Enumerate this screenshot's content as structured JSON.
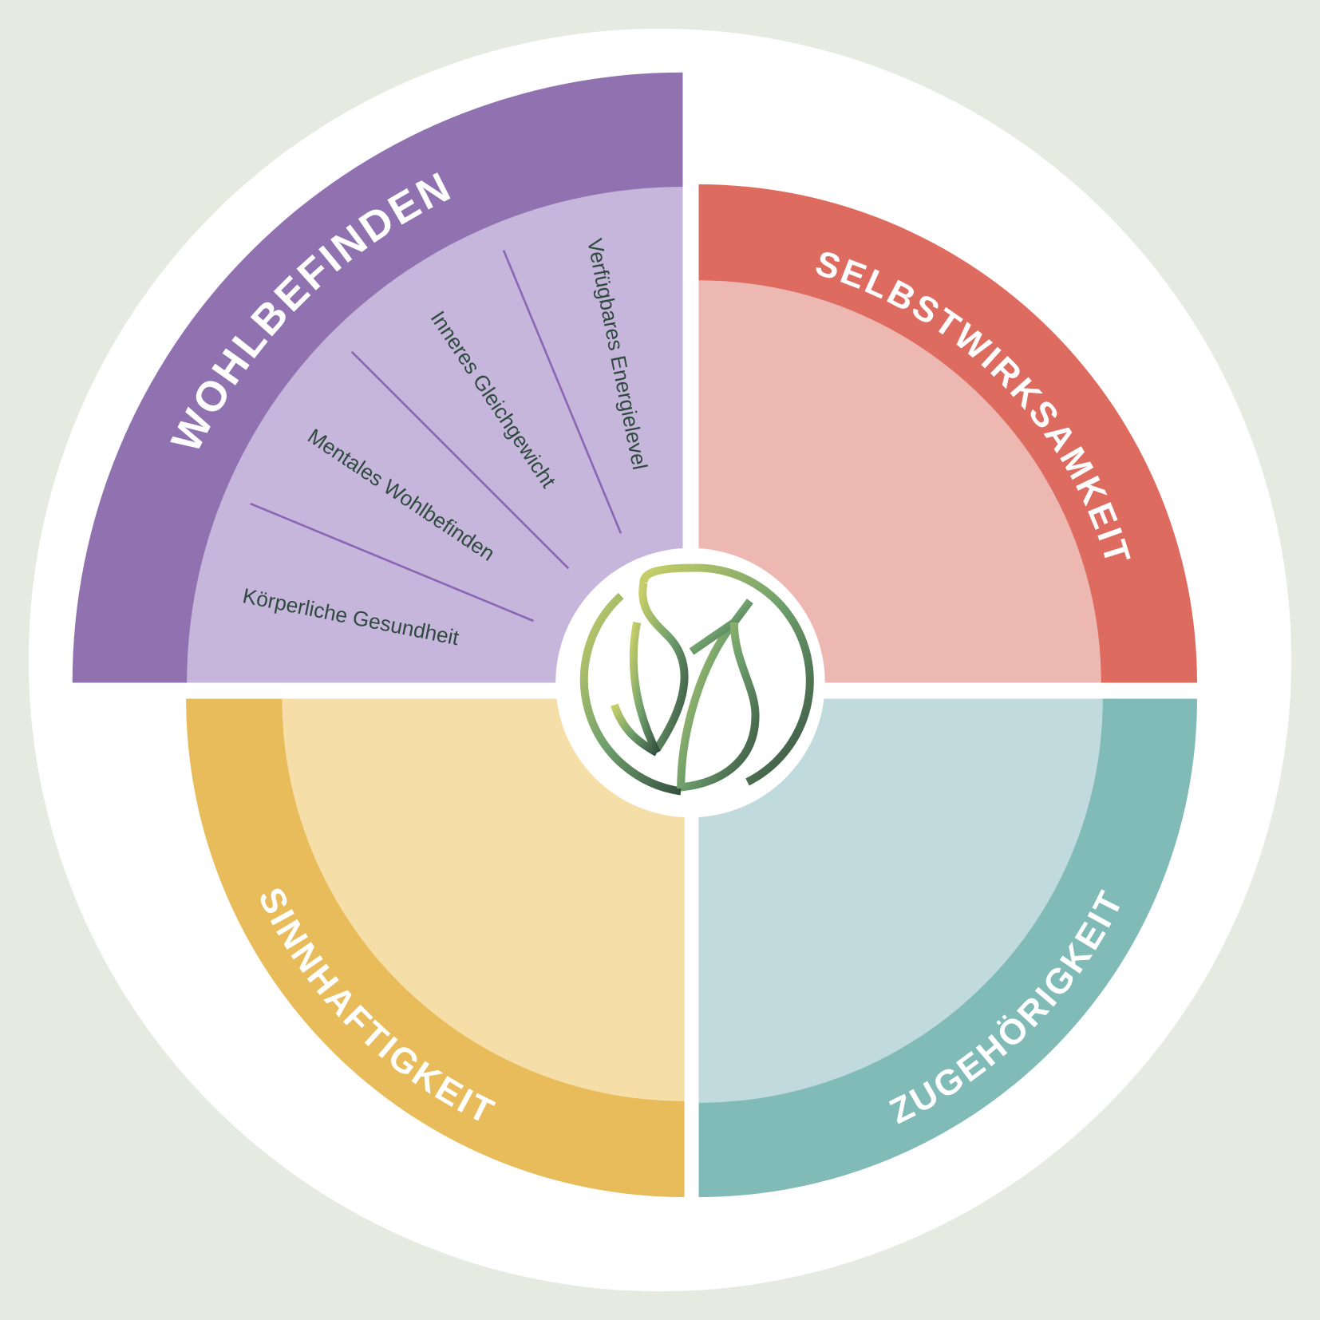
{
  "colors": {
    "background": "#e6ebe1",
    "wohlbefinden_outer": "#9172b0",
    "wohlbefinden_inner": "#c6b6db",
    "selbstwirksamkeit_outer": "#de6b5f",
    "selbstwirksamkeit_inner": "#eeb8b2",
    "sinnhaftigkeit_outer": "#e8bc5a",
    "sinnhaftigkeit_inner": "#f5dea8",
    "zugehoerigkeit_outer": "#80bbb8",
    "zugehoerigkeit_inner": "#c0dadd",
    "divider": "#8a66b5",
    "label_text": "#2f4a3e"
  },
  "quadrants": {
    "wohlbefinden": {
      "title": "WOHLBEFINDEN",
      "items": [
        "Körperliche Gesundheit",
        "Mentales Wohlbefinden",
        "Inneres Gleichgewicht",
        "Verfügbares Energielevel"
      ]
    },
    "selbstwirksamkeit": {
      "title": "SELBSTWIRKSAMKEIT"
    },
    "sinnhaftigkeit": {
      "title": "SINNHAFTIGKEIT"
    },
    "zugehoerigkeit": {
      "title": "ZUGEHÖRIGKEIT"
    }
  },
  "logo": {
    "icon": "leaf-growth-logo-icon"
  }
}
